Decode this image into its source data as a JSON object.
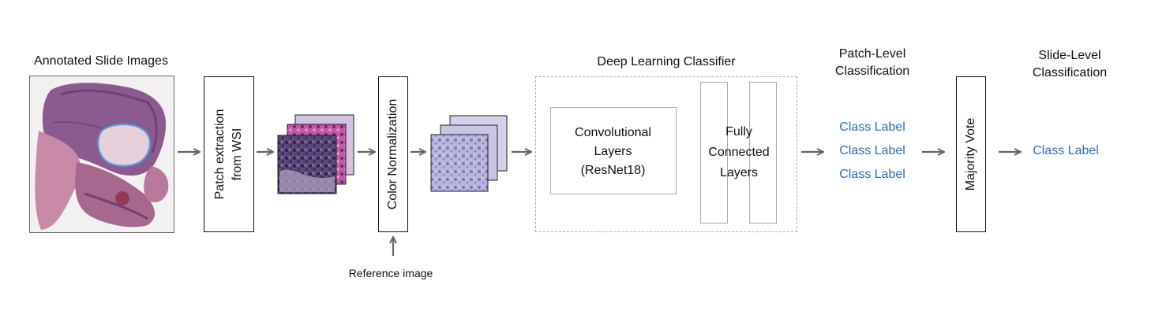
{
  "titles": {
    "annotated": "Annotated Slide Images",
    "dl_classifier": "Deep Learning Classifier",
    "patch_level": [
      "Patch-Level",
      "Classification"
    ],
    "slide_level": [
      "Slide-Level",
      "Classification"
    ]
  },
  "steps": {
    "patch_extraction": [
      "Patch extraction",
      "from WSI"
    ],
    "color_norm": "Color Normalization",
    "reference": "Reference image",
    "conv": [
      "Convolutional",
      "Layers",
      "(ResNet18)"
    ],
    "fc": [
      "Fully",
      "Connected",
      "Layers"
    ],
    "majority": "Majority Vote"
  },
  "patch_labels": [
    "Class Label",
    "Class Label",
    "Class Label"
  ],
  "slide_label": "Class Label",
  "colors": {
    "text_blue": "#2e6db4",
    "arrow_grey": "#666666",
    "dashed_border": "#aaaaaa",
    "box_border": "#111111"
  }
}
